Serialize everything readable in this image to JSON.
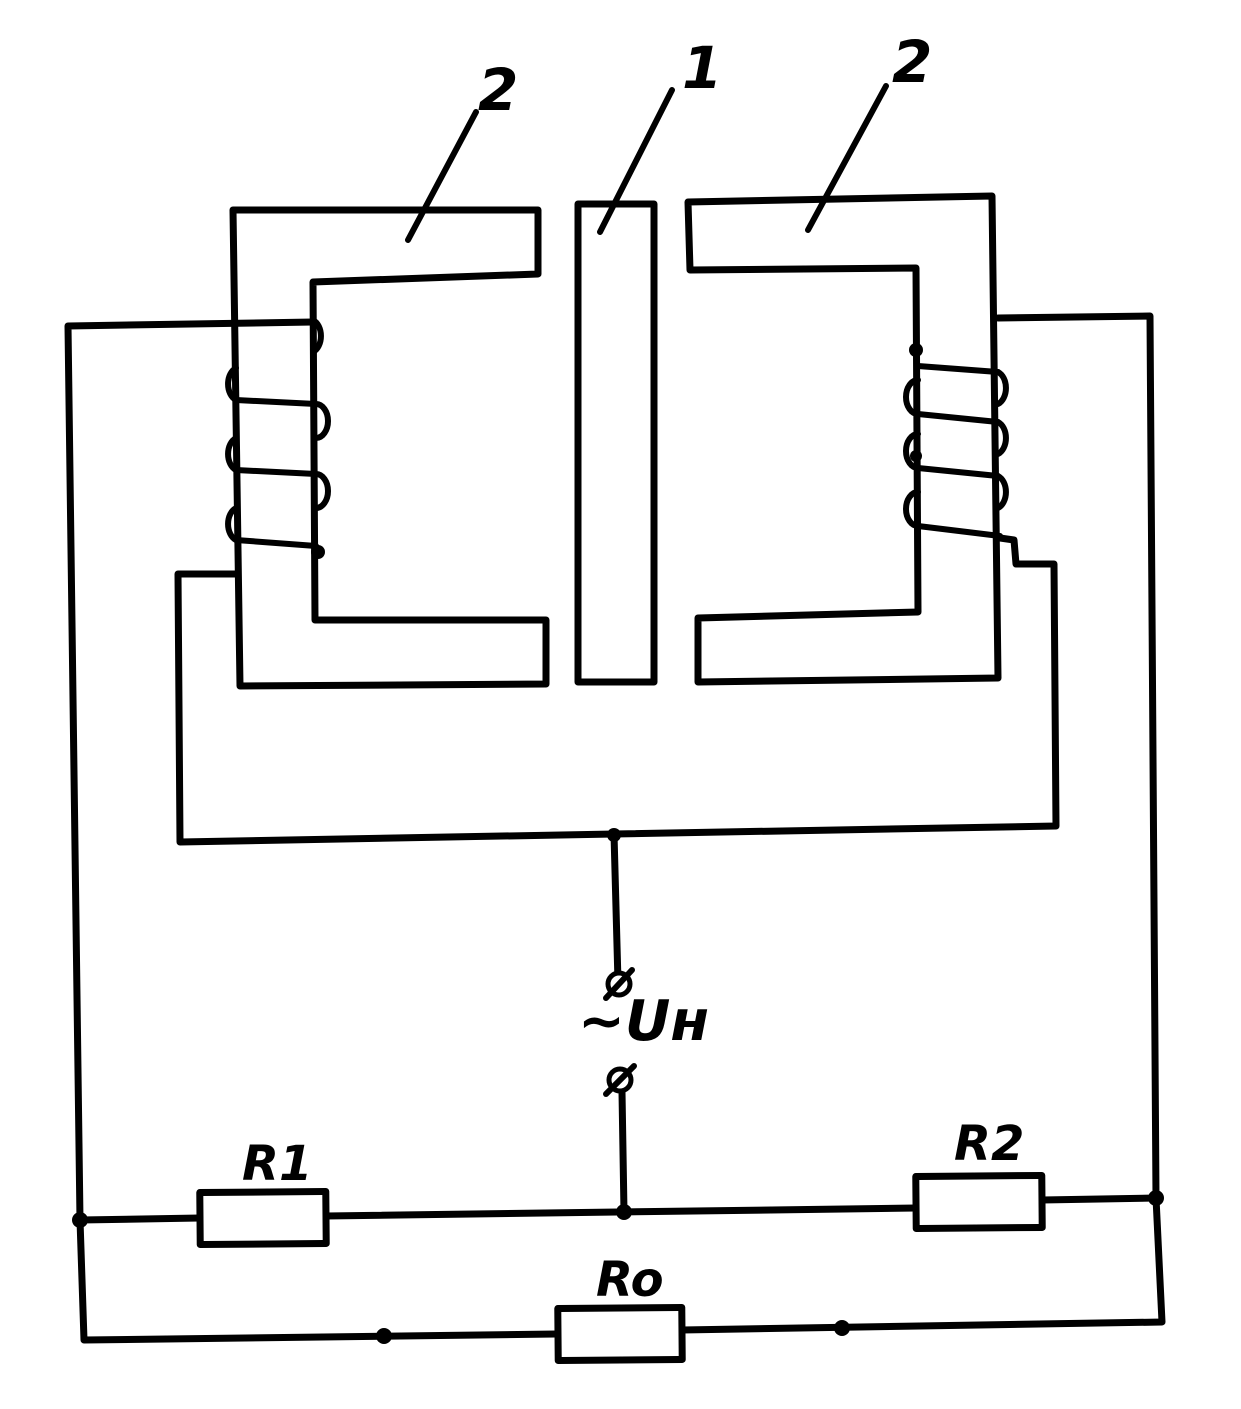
{
  "labels": {
    "armature": "1",
    "core_left": "2",
    "core_right": "2",
    "resistor_1": "R1",
    "resistor_2": "R2",
    "resistor_0": "Ro",
    "source": "~Uн"
  }
}
